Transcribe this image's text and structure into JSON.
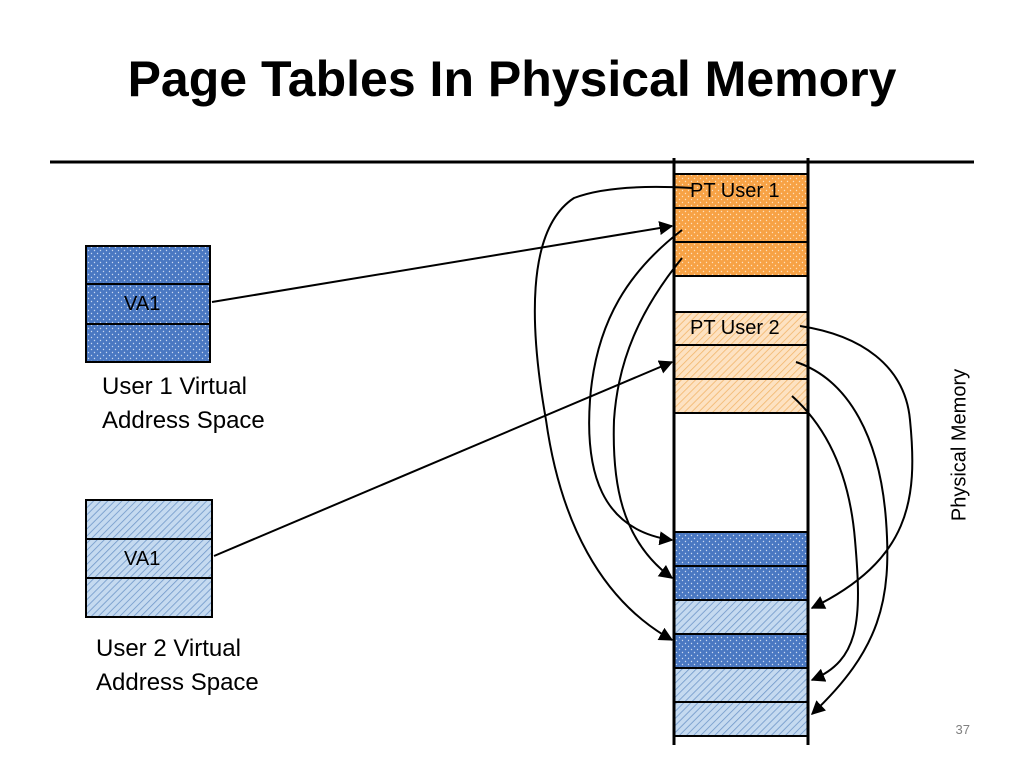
{
  "slide": {
    "title": "Page Tables In Physical Memory",
    "page_number": "37"
  },
  "user1": {
    "row_label": "VA1",
    "caption_line1": "User 1 Virtual",
    "caption_line2": "Address Space"
  },
  "user2": {
    "row_label": "VA1",
    "caption_line1": "User 2 Virtual",
    "caption_line2": "Address Space"
  },
  "physical_memory": {
    "label": "Physical Memory",
    "pt_user1_label": "PT User 1",
    "pt_user2_label": "PT User 2"
  },
  "colors": {
    "user1_blue": "#4a78c2",
    "user2_lightblue": "#b7d0ea",
    "pt_user1_orange": "#f7a245",
    "pt_user2_peach": "#fbd7aa"
  }
}
